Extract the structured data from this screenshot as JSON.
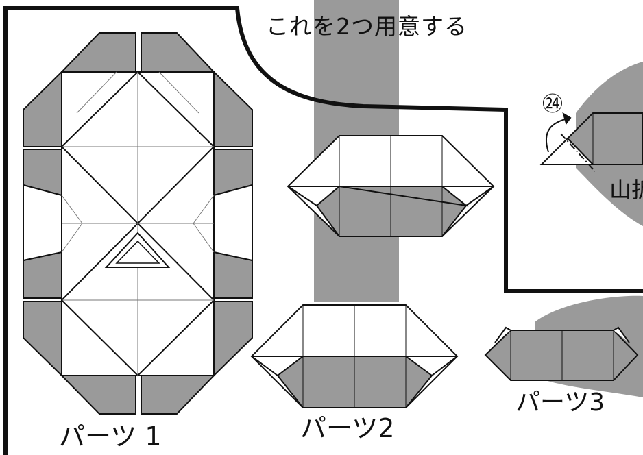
{
  "instruction": "これを2つ用意する",
  "parts": [
    {
      "label": "パーツ 1"
    },
    {
      "label": "パーツ2"
    },
    {
      "label": "パーツ3"
    }
  ],
  "step": {
    "number": "㉔",
    "fold_label": "山折"
  },
  "colors": {
    "fill_gray": "#9a9a9a",
    "stroke": "#111111",
    "paper": "#ffffff",
    "light_line": "#777777"
  }
}
